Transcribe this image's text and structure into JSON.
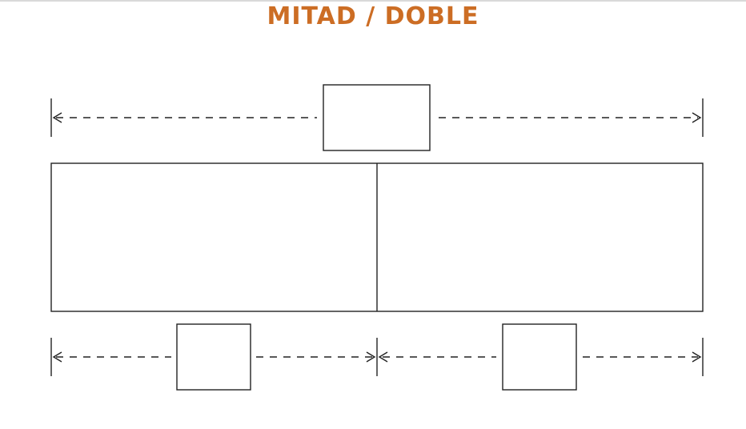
{
  "title": {
    "text": "MITAD / DOBLE",
    "color": "#cc6d24"
  },
  "diagram": {
    "line_color": "#222222",
    "answer_boxes": [
      {
        "name": "whole-answer-box",
        "value": ""
      },
      {
        "name": "left-half-answer-box",
        "value": ""
      },
      {
        "name": "right-half-answer-box",
        "value": ""
      }
    ]
  }
}
